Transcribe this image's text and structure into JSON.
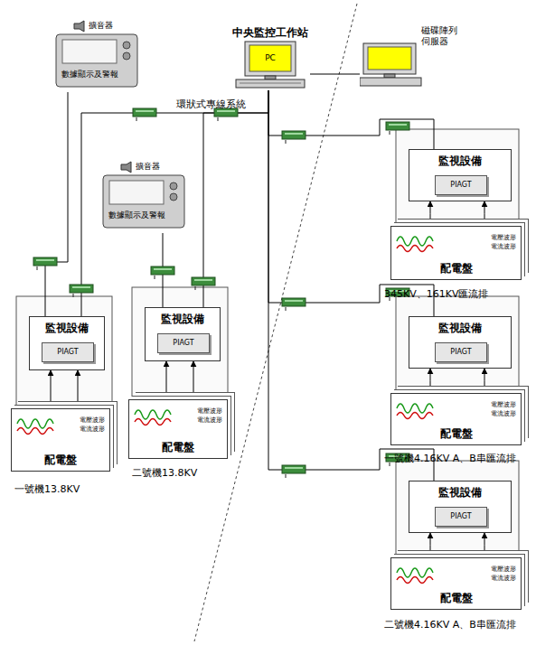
{
  "diagram": {
    "nodes": [
      {
        "text": [
          "中央監控工作站",
          "PC"
        ]
      },
      {
        "text": [
          "磁碟陣列伺服器"
        ]
      },
      {
        "text": [
          "擴音器",
          "數據顯示及警報"
        ]
      },
      {
        "text": [
          "擴音器",
          "數據顯示及警報"
        ]
      },
      {
        "text": [
          "監視設備"
        ]
      },
      {
        "text": [
          "PIAGT"
        ],
        "in": 4
      },
      {
        "text": [
          "電壓波形",
          "電流波形",
          "配電盤"
        ]
      },
      {
        "text": [
          "監視設備"
        ]
      },
      {
        "text": [
          "PIAGT"
        ],
        "in": 7
      },
      {
        "text": [
          "電壓波形",
          "電流波形",
          "配電盤"
        ]
      },
      {
        "text": [
          "監視設備"
        ]
      },
      {
        "text": [
          "PIAGT"
        ],
        "in": 10
      },
      {
        "text": [
          "電壓波形",
          "電流波形",
          "配電盤"
        ]
      },
      {
        "text": [
          "監視設備"
        ]
      },
      {
        "text": [
          "PIAGT"
        ],
        "in": 13
      },
      {
        "text": [
          "電壓波形",
          "電流波形",
          "配電盤"
        ]
      },
      {
        "text": [
          "監視設備"
        ]
      },
      {
        "text": [
          "PIAGT"
        ],
        "in": 16
      },
      {
        "text": [
          "電壓波形",
          "電流波形",
          "配電盤"
        ]
      }
    ],
    "edges": [
      {
        "from": 0,
        "to": 1,
        "arrow": "none"
      },
      {
        "from": 0,
        "to": 4,
        "arrow": "none"
      },
      {
        "from": 0,
        "to": 7,
        "arrow": "none"
      },
      {
        "from": 0,
        "to": 10,
        "arrow": "none"
      },
      {
        "from": 0,
        "to": 13,
        "arrow": "none"
      },
      {
        "from": 0,
        "to": 16,
        "arrow": "none"
      },
      {
        "from": 2,
        "to": 4,
        "arrow": "none"
      },
      {
        "from": 3,
        "to": 7,
        "arrow": "none"
      },
      {
        "from": 6,
        "to": 4,
        "arrow": "to"
      },
      {
        "from": 6,
        "to": 4,
        "arrow": "to"
      },
      {
        "from": 9,
        "to": 7,
        "arrow": "to"
      },
      {
        "from": 9,
        "to": 7,
        "arrow": "to"
      },
      {
        "from": 12,
        "to": 10,
        "arrow": "to"
      },
      {
        "from": 12,
        "to": 10,
        "arrow": "to"
      },
      {
        "from": 15,
        "to": 13,
        "arrow": "to"
      },
      {
        "from": 15,
        "to": 13,
        "arrow": "to"
      },
      {
        "from": 18,
        "to": 16,
        "arrow": "to"
      },
      {
        "from": 18,
        "to": 16,
        "arrow": "to"
      }
    ],
    "labels": [
      "環狀式專線系統",
      "一號機13.8KV",
      "二號機13.8KV",
      "345KV、161KV匯流排",
      "一號機4.16KV A、B串匯流排",
      "二號機4.16KV A、B串匯流排"
    ]
  }
}
